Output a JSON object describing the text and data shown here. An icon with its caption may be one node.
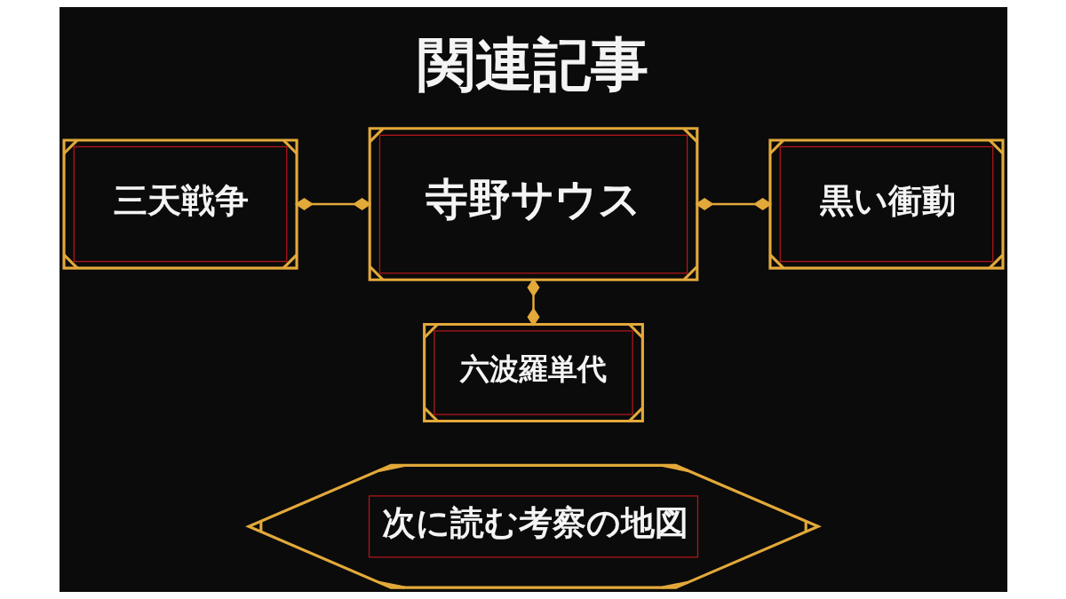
{
  "diagram": {
    "title": "関連記事",
    "nodes": [
      {
        "text": [
          "三天戦争"
        ]
      },
      {
        "text": [
          "寺野サウス"
        ]
      },
      {
        "text": [
          "黒い衝動"
        ]
      },
      {
        "text": [
          "六波羅単代"
        ]
      },
      {
        "text": [
          "次に読む考察の地図"
        ]
      }
    ],
    "edges": [
      {
        "from": 0,
        "to": 1,
        "arrow": "other"
      },
      {
        "from": 1,
        "to": 2,
        "arrow": "other"
      },
      {
        "from": 1,
        "to": 3,
        "arrow": "other"
      }
    ]
  }
}
